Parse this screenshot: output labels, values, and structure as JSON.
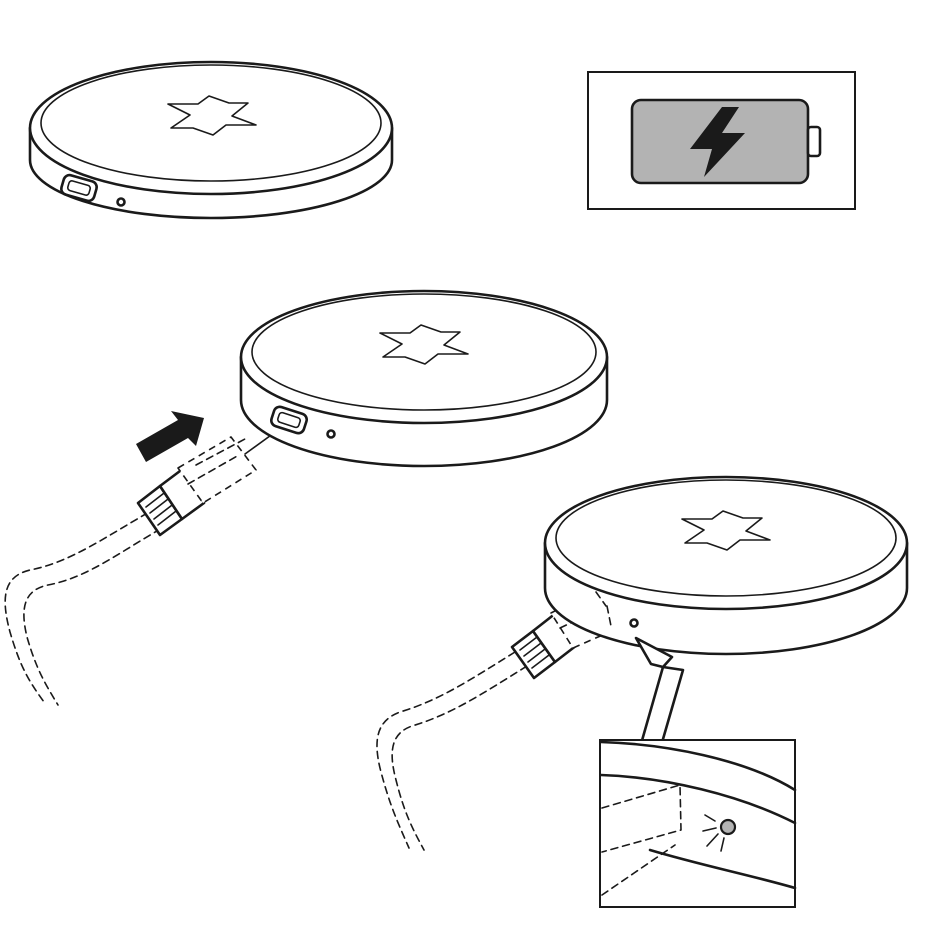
{
  "figure": {
    "panels": [
      "charger-standalone",
      "battery-status-box",
      "cable-insertion",
      "led-indicator-detail"
    ],
    "icons": [
      "wireless-charger-icon",
      "battery-charging-icon",
      "lightning-bolt-icon",
      "push-arrow-icon",
      "led-light-icon"
    ],
    "colors": {
      "line": "#1a1a1a",
      "battery_fill": "#b3b3b3",
      "background": "#ffffff"
    }
  }
}
